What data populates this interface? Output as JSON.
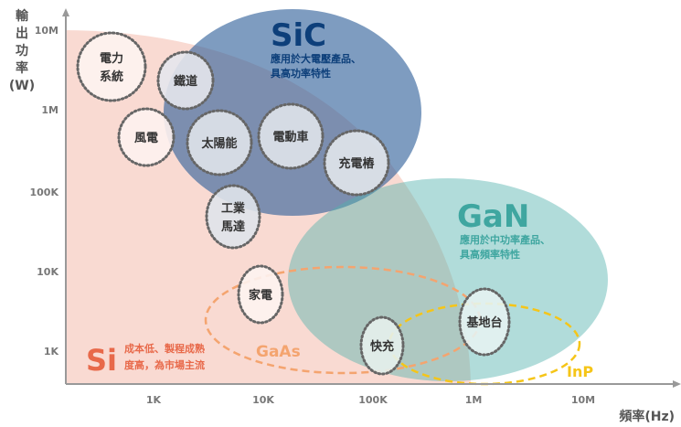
{
  "y_axis": {
    "label_lines": [
      "輸",
      "出",
      "功",
      "率",
      "(W)"
    ],
    "ticks": [
      "10M",
      "1M",
      "100K",
      "10K",
      "1K"
    ]
  },
  "x_axis": {
    "label": "頻率(Hz)",
    "ticks": [
      "1K",
      "10K",
      "100K",
      "1M",
      "10M"
    ]
  },
  "regions": {
    "si": {
      "name": "Si",
      "desc": [
        "成本低、製程成熟",
        "度高，為市場主流"
      ],
      "color": "#e8694a"
    },
    "sic": {
      "name": "SiC",
      "desc": [
        "應用於大電壓產品、",
        "具高功率特性"
      ],
      "color": "#0d3f7a"
    },
    "gan": {
      "name": "GaN",
      "desc": [
        "應用於中功率產品、",
        "具高頻率特性"
      ],
      "color": "#3fa6a0"
    },
    "gaas": {
      "name": "GaAs",
      "color": "#f4a46f"
    },
    "inp": {
      "name": "InP",
      "color": "#f5c518"
    }
  },
  "applications": [
    {
      "lines": [
        "電力",
        "系統"
      ]
    },
    {
      "lines": [
        "鐵道"
      ]
    },
    {
      "lines": [
        "風電"
      ]
    },
    {
      "lines": [
        "太陽能"
      ]
    },
    {
      "lines": [
        "電動車"
      ]
    },
    {
      "lines": [
        "充電樁"
      ]
    },
    {
      "lines": [
        "工業",
        "馬達"
      ]
    },
    {
      "lines": [
        "家電"
      ]
    },
    {
      "lines": [
        "快充"
      ]
    },
    {
      "lines": [
        "基地台"
      ]
    }
  ]
}
